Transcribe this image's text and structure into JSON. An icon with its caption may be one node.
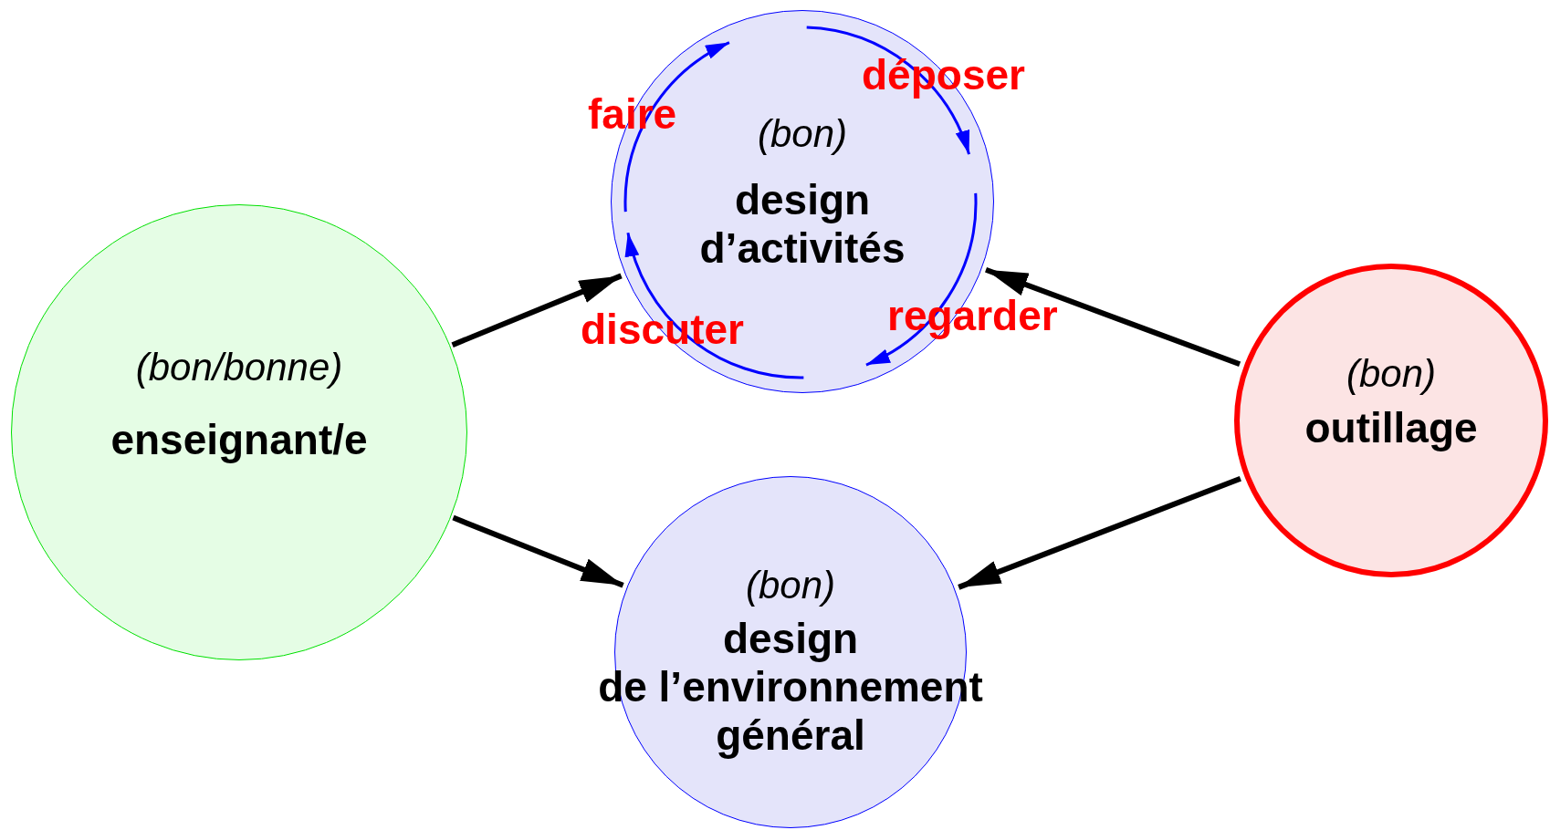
{
  "diagram": {
    "nodes": [
      {
        "text": [
          "(bon/bonne)",
          "enseignant/e"
        ]
      },
      {
        "text": [
          "(bon)",
          "design d’activités"
        ]
      },
      {
        "text": [
          "(bon)",
          "design de l’environnement général"
        ]
      },
      {
        "text": [
          "(bon)",
          "outillage"
        ]
      }
    ],
    "edges": [
      {
        "from": 0,
        "to": 1,
        "arrow": "to"
      },
      {
        "from": 0,
        "to": 2,
        "arrow": "to"
      },
      {
        "from": 3,
        "to": 1,
        "arrow": "to"
      },
      {
        "from": 3,
        "to": 2,
        "arrow": "to"
      }
    ],
    "labels": [
      "faire",
      "déposer",
      "regarder",
      "discuter"
    ]
  }
}
